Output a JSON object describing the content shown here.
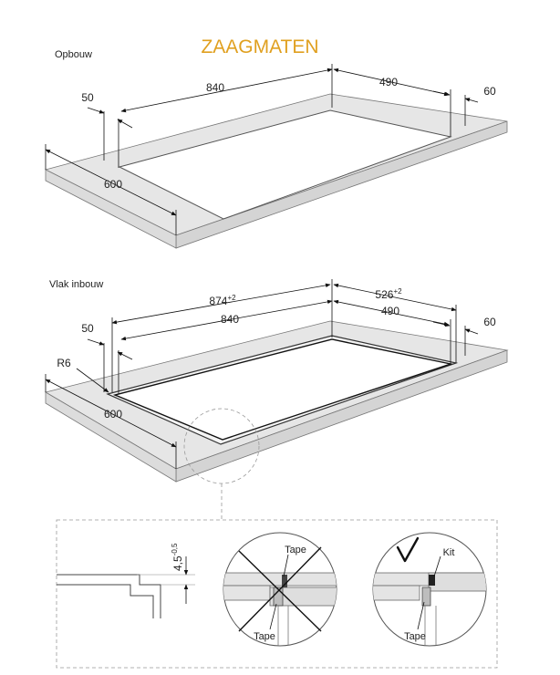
{
  "title": "ZAAGMATEN",
  "sections": {
    "surface": "Opbouw",
    "flush": "Vlak inbouw"
  },
  "dims": {
    "d840": "840",
    "d490": "490",
    "d50": "50",
    "d60": "60",
    "d600": "600",
    "d874": "874",
    "d874_tol": "+2",
    "d526": "526",
    "d526_tol": "+2",
    "radius": "R6",
    "depth": "4,5",
    "depth_tol": "-0,5"
  },
  "details": {
    "tape": "Tape",
    "kit": "Kit"
  },
  "colors": {
    "title": "#e0a020",
    "surface": "#e6e6e6",
    "cross": "#111111"
  }
}
